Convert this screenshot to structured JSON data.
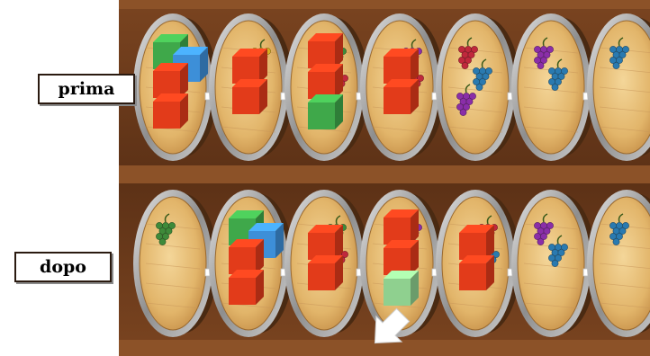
{
  "labels": {
    "before": "prima",
    "after": "dopo"
  },
  "colors": {
    "shelf": "#6b3a1c",
    "barrel_wood": "#e8c07c",
    "barrel_hoop": "#b8b8b8",
    "cube_red": "#e23b1a",
    "cube_green": "#3fa84a",
    "cube_blue": "#3d8fd8",
    "grapes_red": "#c0283c",
    "grapes_purple": "#8a2ea8",
    "grapes_blue": "#2a7ab0",
    "grapes_green": "#3e8a3a",
    "arrow": "#ffffff"
  },
  "rows": [
    {
      "name": "before",
      "barrels": [
        {
          "cubes": [
            "green",
            "blue",
            "red",
            "red"
          ],
          "grapes": []
        },
        {
          "cubes": [
            "red",
            "red"
          ],
          "grapes": [
            "yellow"
          ]
        },
        {
          "cubes": [
            "red",
            "red",
            "green"
          ],
          "grapes": [
            "green",
            "red"
          ]
        },
        {
          "cubes": [
            "red",
            "red"
          ],
          "grapes": [
            "purple",
            "red"
          ]
        },
        {
          "cubes": [],
          "grapes": [
            "red",
            "blue",
            "purple"
          ]
        },
        {
          "cubes": [],
          "grapes": [
            "purple",
            "blue"
          ]
        },
        {
          "cubes": [],
          "grapes": [
            "blue"
          ]
        }
      ]
    },
    {
      "name": "after",
      "barrels": [
        {
          "cubes": [],
          "grapes": [
            "green"
          ]
        },
        {
          "cubes": [
            "green",
            "blue",
            "red",
            "red"
          ],
          "grapes": []
        },
        {
          "cubes": [
            "red",
            "red"
          ],
          "grapes": [
            "green",
            "red"
          ]
        },
        {
          "cubes": [
            "red",
            "red",
            "green-faded"
          ],
          "grapes": [
            "purple"
          ]
        },
        {
          "cubes": [
            "red",
            "red"
          ],
          "grapes": [
            "red",
            "blue"
          ]
        },
        {
          "cubes": [],
          "grapes": [
            "purple",
            "blue"
          ]
        },
        {
          "cubes": [],
          "grapes": [
            "blue"
          ]
        }
      ]
    }
  ],
  "icons": {
    "flow_arrow": "right-arrow-icon",
    "discard_arrow": "down-left-arrow-icon"
  }
}
